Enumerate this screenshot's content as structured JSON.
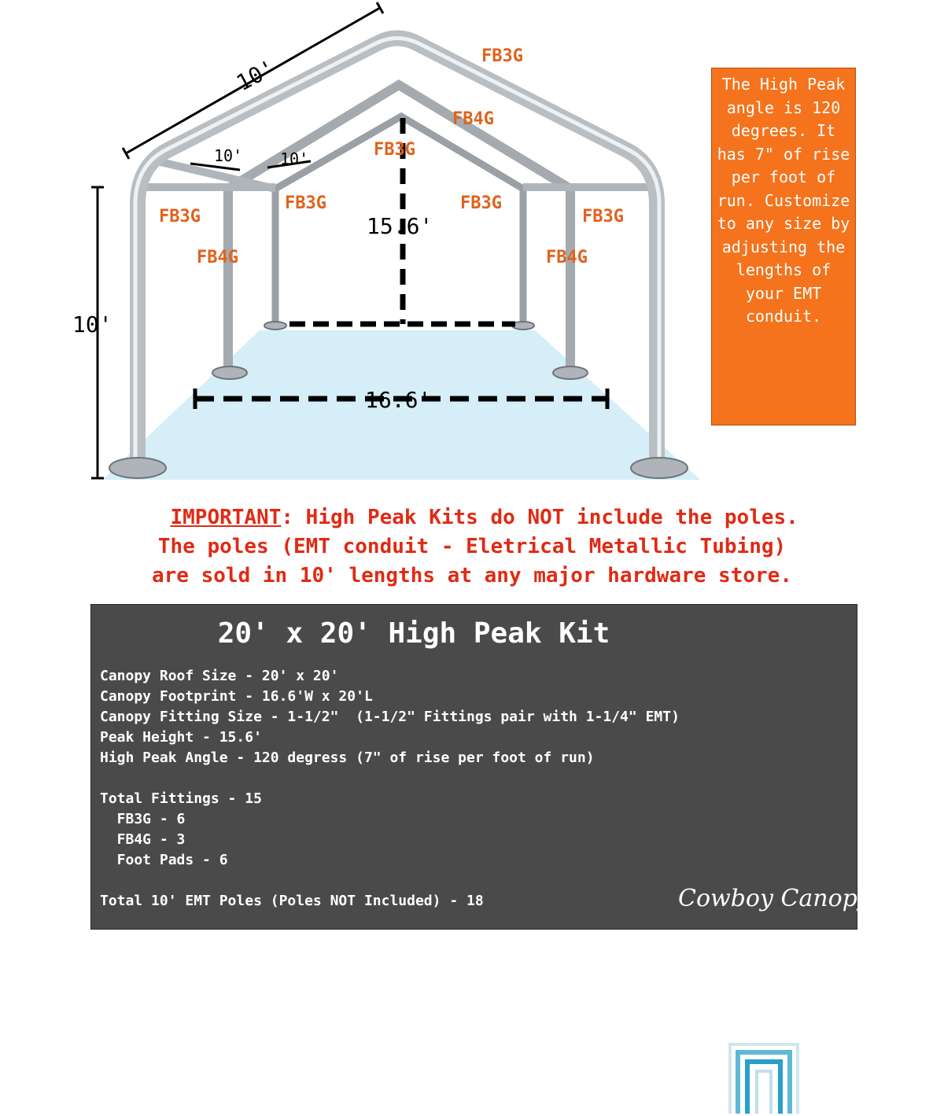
{
  "diagram": {
    "labels": {
      "fb3g_top": "FB3G",
      "fb4g_mid": "FB4G",
      "fb3g_inner": "FB3G",
      "fb3g_left_outer": "FB3G",
      "fb3g_left_inner": "FB3G",
      "fb3g_right_inner": "FB3G",
      "fb3g_right_outer": "FB3G",
      "fb4g_left": "FB4G",
      "fb4g_right": "FB4G"
    },
    "dimensions": {
      "ridge_top": "10'",
      "rafter_a": "10'",
      "rafter_b": "10'",
      "peak_height": "15.6'",
      "side_height": "10'",
      "width": "16.6'"
    }
  },
  "note_box": {
    "text": "The High Peak angle is 120 degrees. It has 7\" of rise per foot of run. Customize to any size by adjusting the lengths of your EMT conduit."
  },
  "important": {
    "lead": "IMPORTANT",
    "line1_rest": ": High Peak Kits do NOT include the poles.",
    "line2": "The poles (EMT conduit - Eletrical Metallic Tubing)",
    "line3": "are sold in 10' lengths at any major hardware store."
  },
  "spec": {
    "title": "20' x 20' High Peak Kit",
    "lines": [
      "Canopy Roof Size - 20' x 20'",
      "Canopy Footprint - 16.6'W x 20'L",
      "Canopy Fitting Size - 1-1/2\"  (1-1/2\" Fittings pair with 1-1/4\" EMT)",
      "Peak Height - 15.6'",
      "High Peak Angle - 120 degress (7\" of rise per foot of run)",
      "",
      "Total Fittings - 15",
      "  FB3G - 6",
      "  FB4G - 3",
      "  Foot Pads - 6",
      "",
      "Total 10' EMT Poles (Poles NOT Included) - 18"
    ]
  },
  "brand": {
    "name": "Cowboy Canopy"
  },
  "colors": {
    "label_orange": "#e0631c",
    "note_bg": "#f4731c",
    "important_red": "#e02a14",
    "spec_bg": "#4a4a4a",
    "floor": "#d5eef8"
  }
}
